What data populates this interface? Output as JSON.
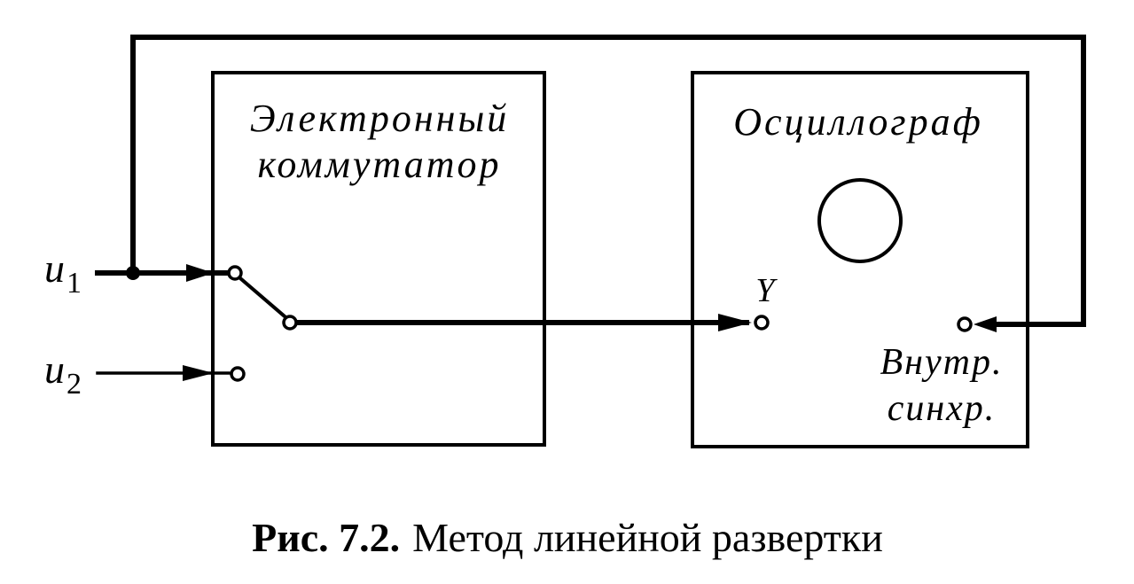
{
  "diagram": {
    "commutator": {
      "title_line1": "Электронный",
      "title_line2": "коммутатор"
    },
    "oscilloscope": {
      "title": "Осциллограф",
      "input_y_label": "Y",
      "sync_label_line1": "Внутр.",
      "sync_label_line2": "синхр."
    },
    "inputs": [
      {
        "symbol": "u",
        "subscript": "1"
      },
      {
        "symbol": "u",
        "subscript": "2"
      }
    ]
  },
  "caption": {
    "number": "Рис. 7.2.",
    "text": "Метод линейной развертки"
  },
  "colors": {
    "line": "#000000",
    "background": "#ffffff"
  }
}
